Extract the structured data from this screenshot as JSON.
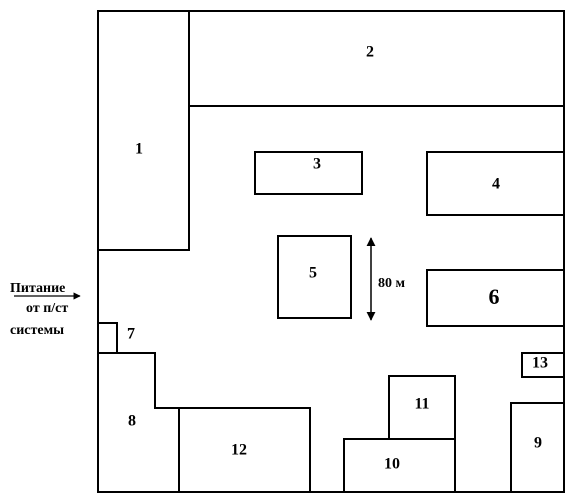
{
  "plan": {
    "buildings": {
      "b1": "1",
      "b2": "2",
      "b3": "3",
      "b4": "4",
      "b5": "5",
      "b6": "6",
      "b7": "7",
      "b8": "8",
      "b9": "9",
      "b10": "10",
      "b11": "11",
      "b12": "12",
      "b13": "13"
    },
    "dimension_label": "80 м",
    "power_supply": {
      "line1": "Питание",
      "line2": "от п/ст",
      "line3": "системы"
    }
  }
}
